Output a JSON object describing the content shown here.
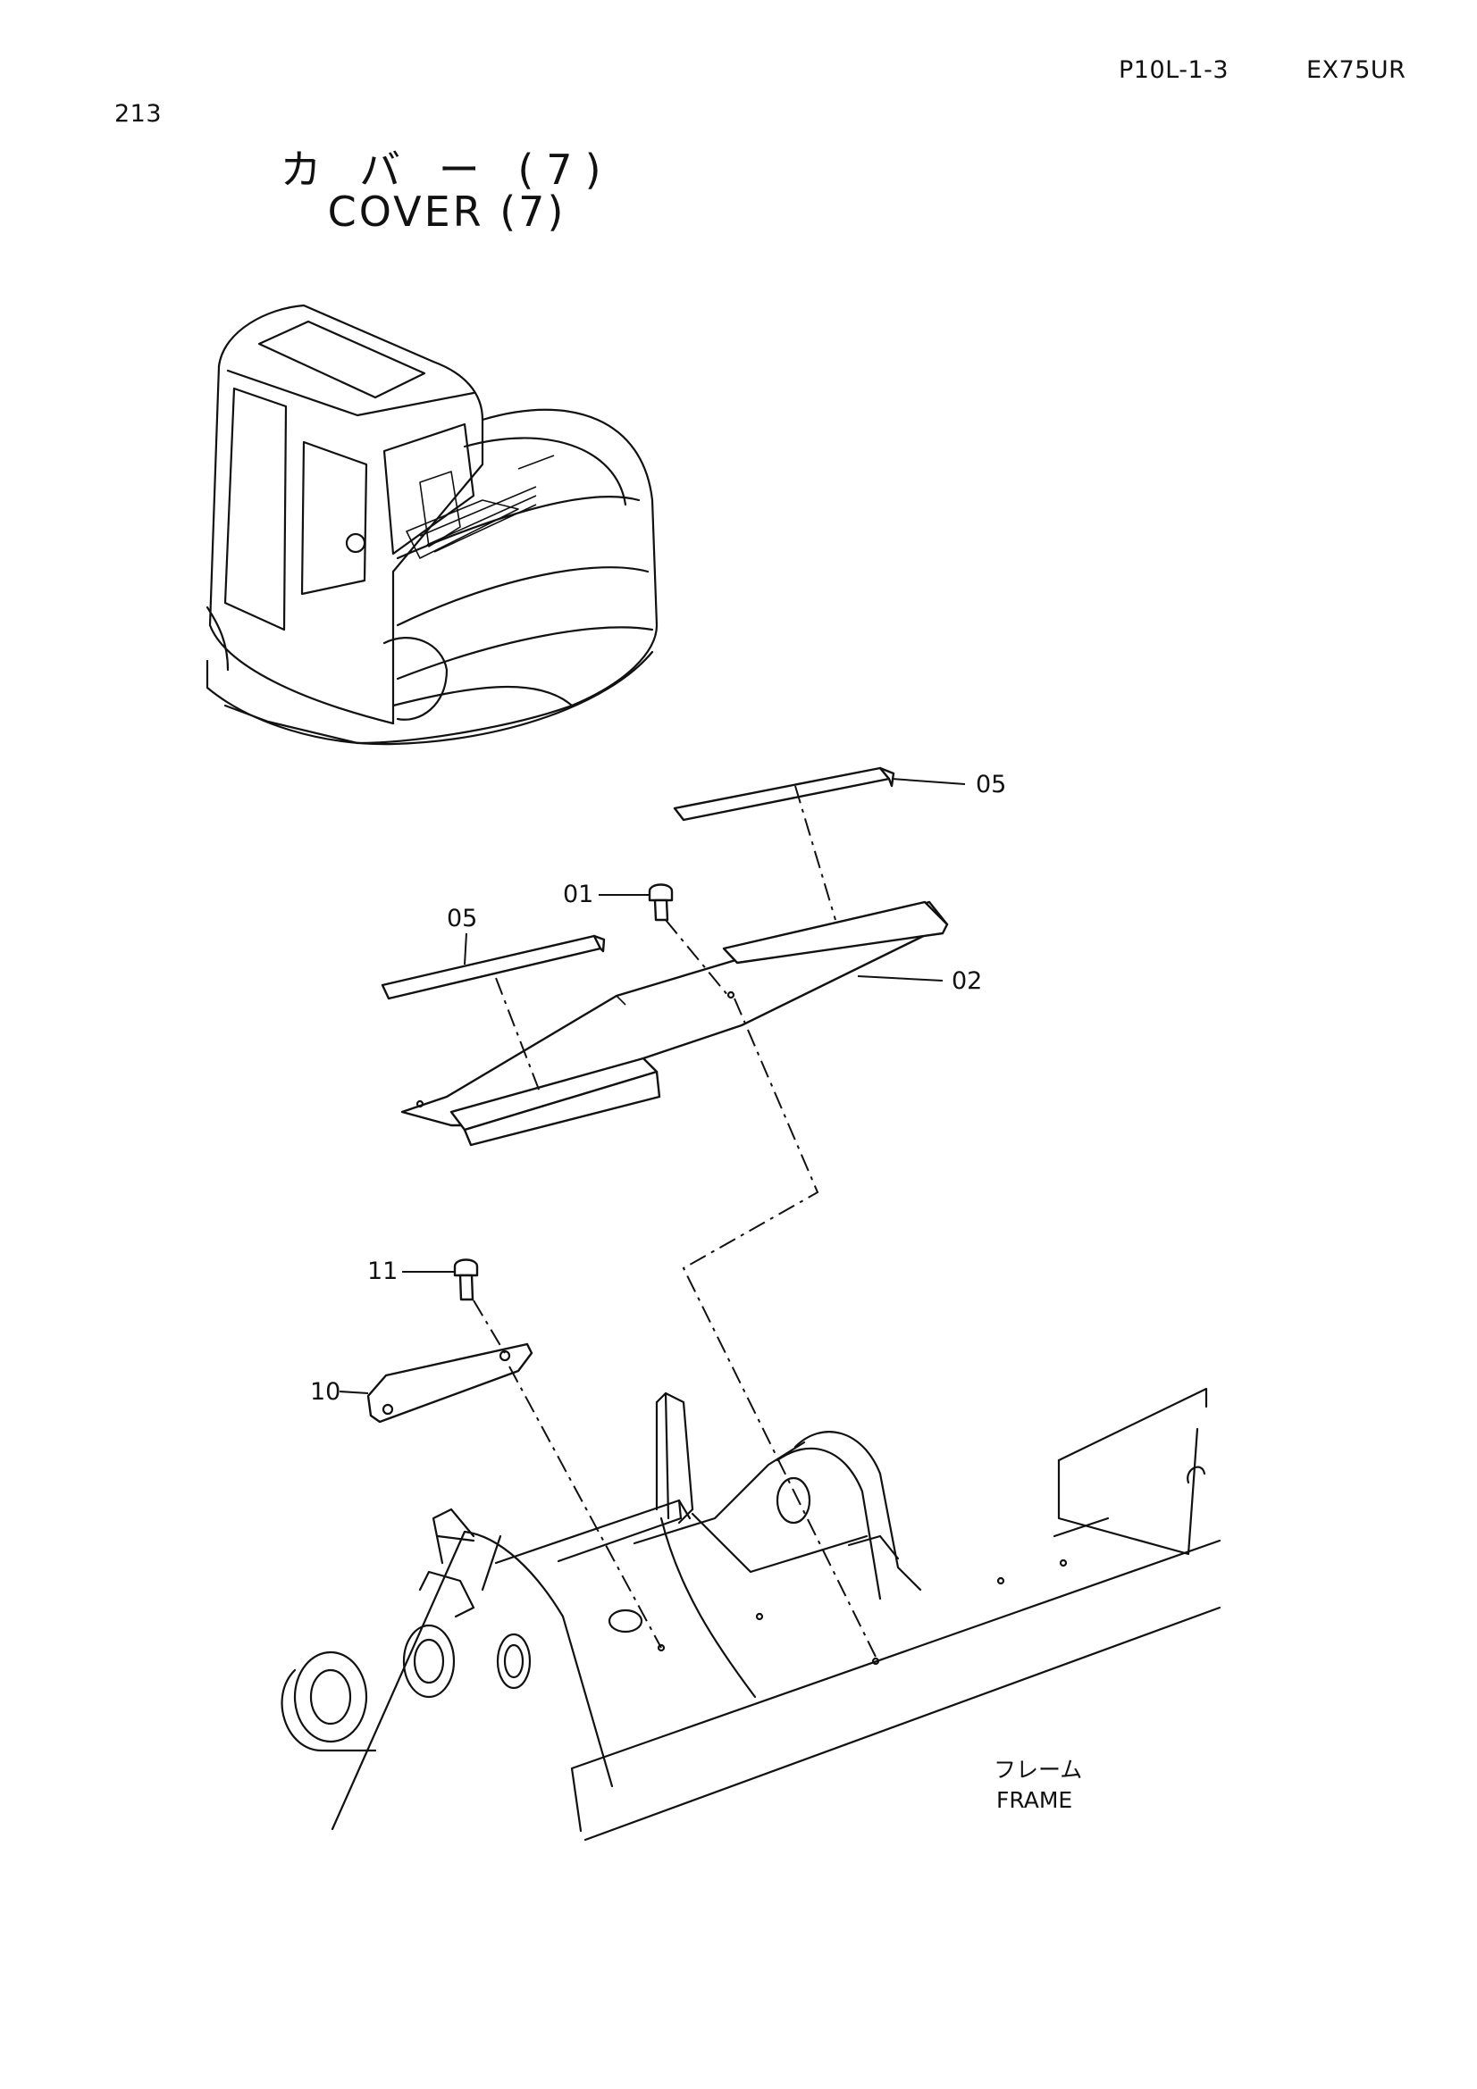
{
  "header": {
    "page_number": "213",
    "part_code": "P10L-1-3",
    "model": "EX75UR"
  },
  "title": {
    "japanese": "カ バ ー (7)",
    "english": "COVER (7)"
  },
  "callouts": {
    "c05_top": "05",
    "c05_left": "05",
    "c01": "01",
    "c02": "02",
    "c11": "11",
    "c10": "10"
  },
  "frame_label": {
    "japanese": "フレーム",
    "english": "FRAME"
  }
}
